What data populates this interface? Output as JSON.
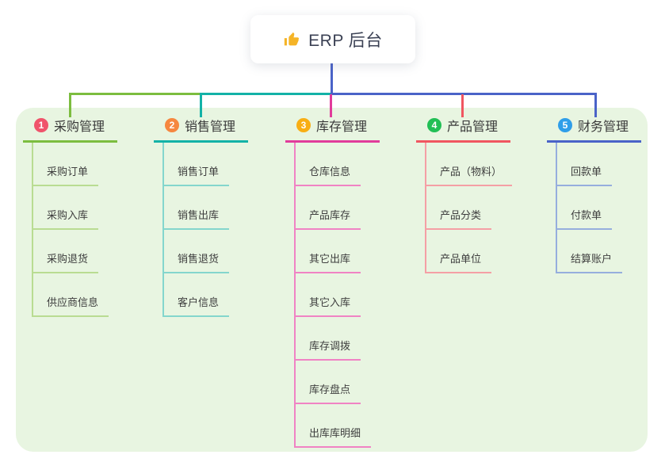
{
  "root_node": {
    "icon": "thumbs-up",
    "title": "ERP 后台"
  },
  "colors": {
    "panel_bg": "#e8f5e1",
    "root_connector": "#4a63c8",
    "thumb_icon": "#f5b427"
  },
  "branches": [
    {
      "badge": "1",
      "label": "采购管理",
      "badge_color": "#f0536b",
      "line_color": "#7cbd3f",
      "child_line_color": "#b9dc92",
      "items": [
        "采购订单",
        "采购入库",
        "采购退货",
        "供应商信息"
      ]
    },
    {
      "badge": "2",
      "label": "销售管理",
      "badge_color": "#f6873f",
      "line_color": "#13b2a7",
      "child_line_color": "#84d6cd",
      "items": [
        "销售订单",
        "销售出库",
        "销售退货",
        "客户信息"
      ]
    },
    {
      "badge": "3",
      "label": "库存管理",
      "badge_color": "#f8ae14",
      "line_color": "#e13c9b",
      "child_line_color": "#f083c4",
      "items": [
        "仓库信息",
        "产品库存",
        "其它出库",
        "其它入库",
        "库存调拨",
        "库存盘点",
        "出库库明细"
      ]
    },
    {
      "badge": "4",
      "label": "产品管理",
      "badge_color": "#21bf55",
      "line_color": "#f05660",
      "child_line_color": "#f59fa5",
      "items": [
        "产品（物料）",
        "产品分类",
        "产品单位"
      ]
    },
    {
      "badge": "5",
      "label": "财务管理",
      "badge_color": "#2f9ee9",
      "line_color": "#4a63c8",
      "child_line_color": "#96aedd",
      "items": [
        "回款单",
        "付款单",
        "结算账户"
      ]
    }
  ]
}
